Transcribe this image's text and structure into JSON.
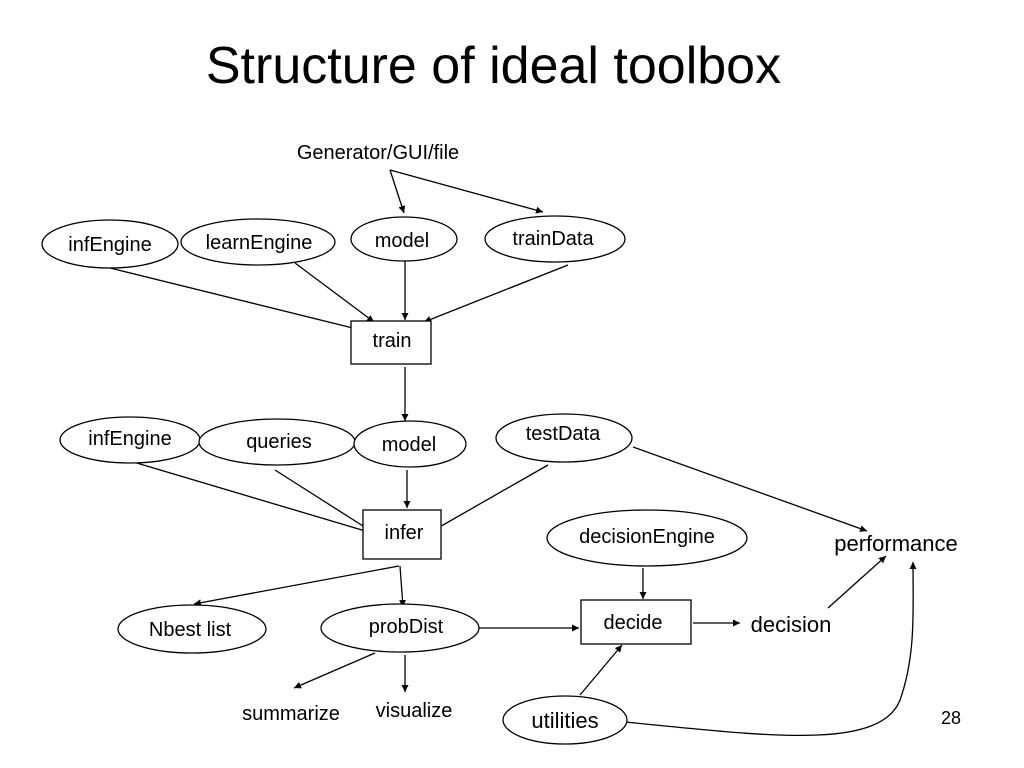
{
  "title": "Structure of ideal toolbox",
  "page_number": "28",
  "nodes": {
    "generator": "Generator/GUI/file",
    "infEngine_top": "infEngine",
    "learnEngine": "learnEngine",
    "model_top": "model",
    "trainData": "trainData",
    "train": "train",
    "infEngine_mid": "infEngine",
    "queries": "queries",
    "model_mid": "model",
    "testData": "testData",
    "infer": "infer",
    "decisionEngine": "decisionEngine",
    "performance": "performance",
    "nbest": "Nbest list",
    "probDist": "probDist",
    "decide": "decide",
    "decision": "decision",
    "summarize": "summarize",
    "visualize": "visualize",
    "utilities": "utilities"
  }
}
